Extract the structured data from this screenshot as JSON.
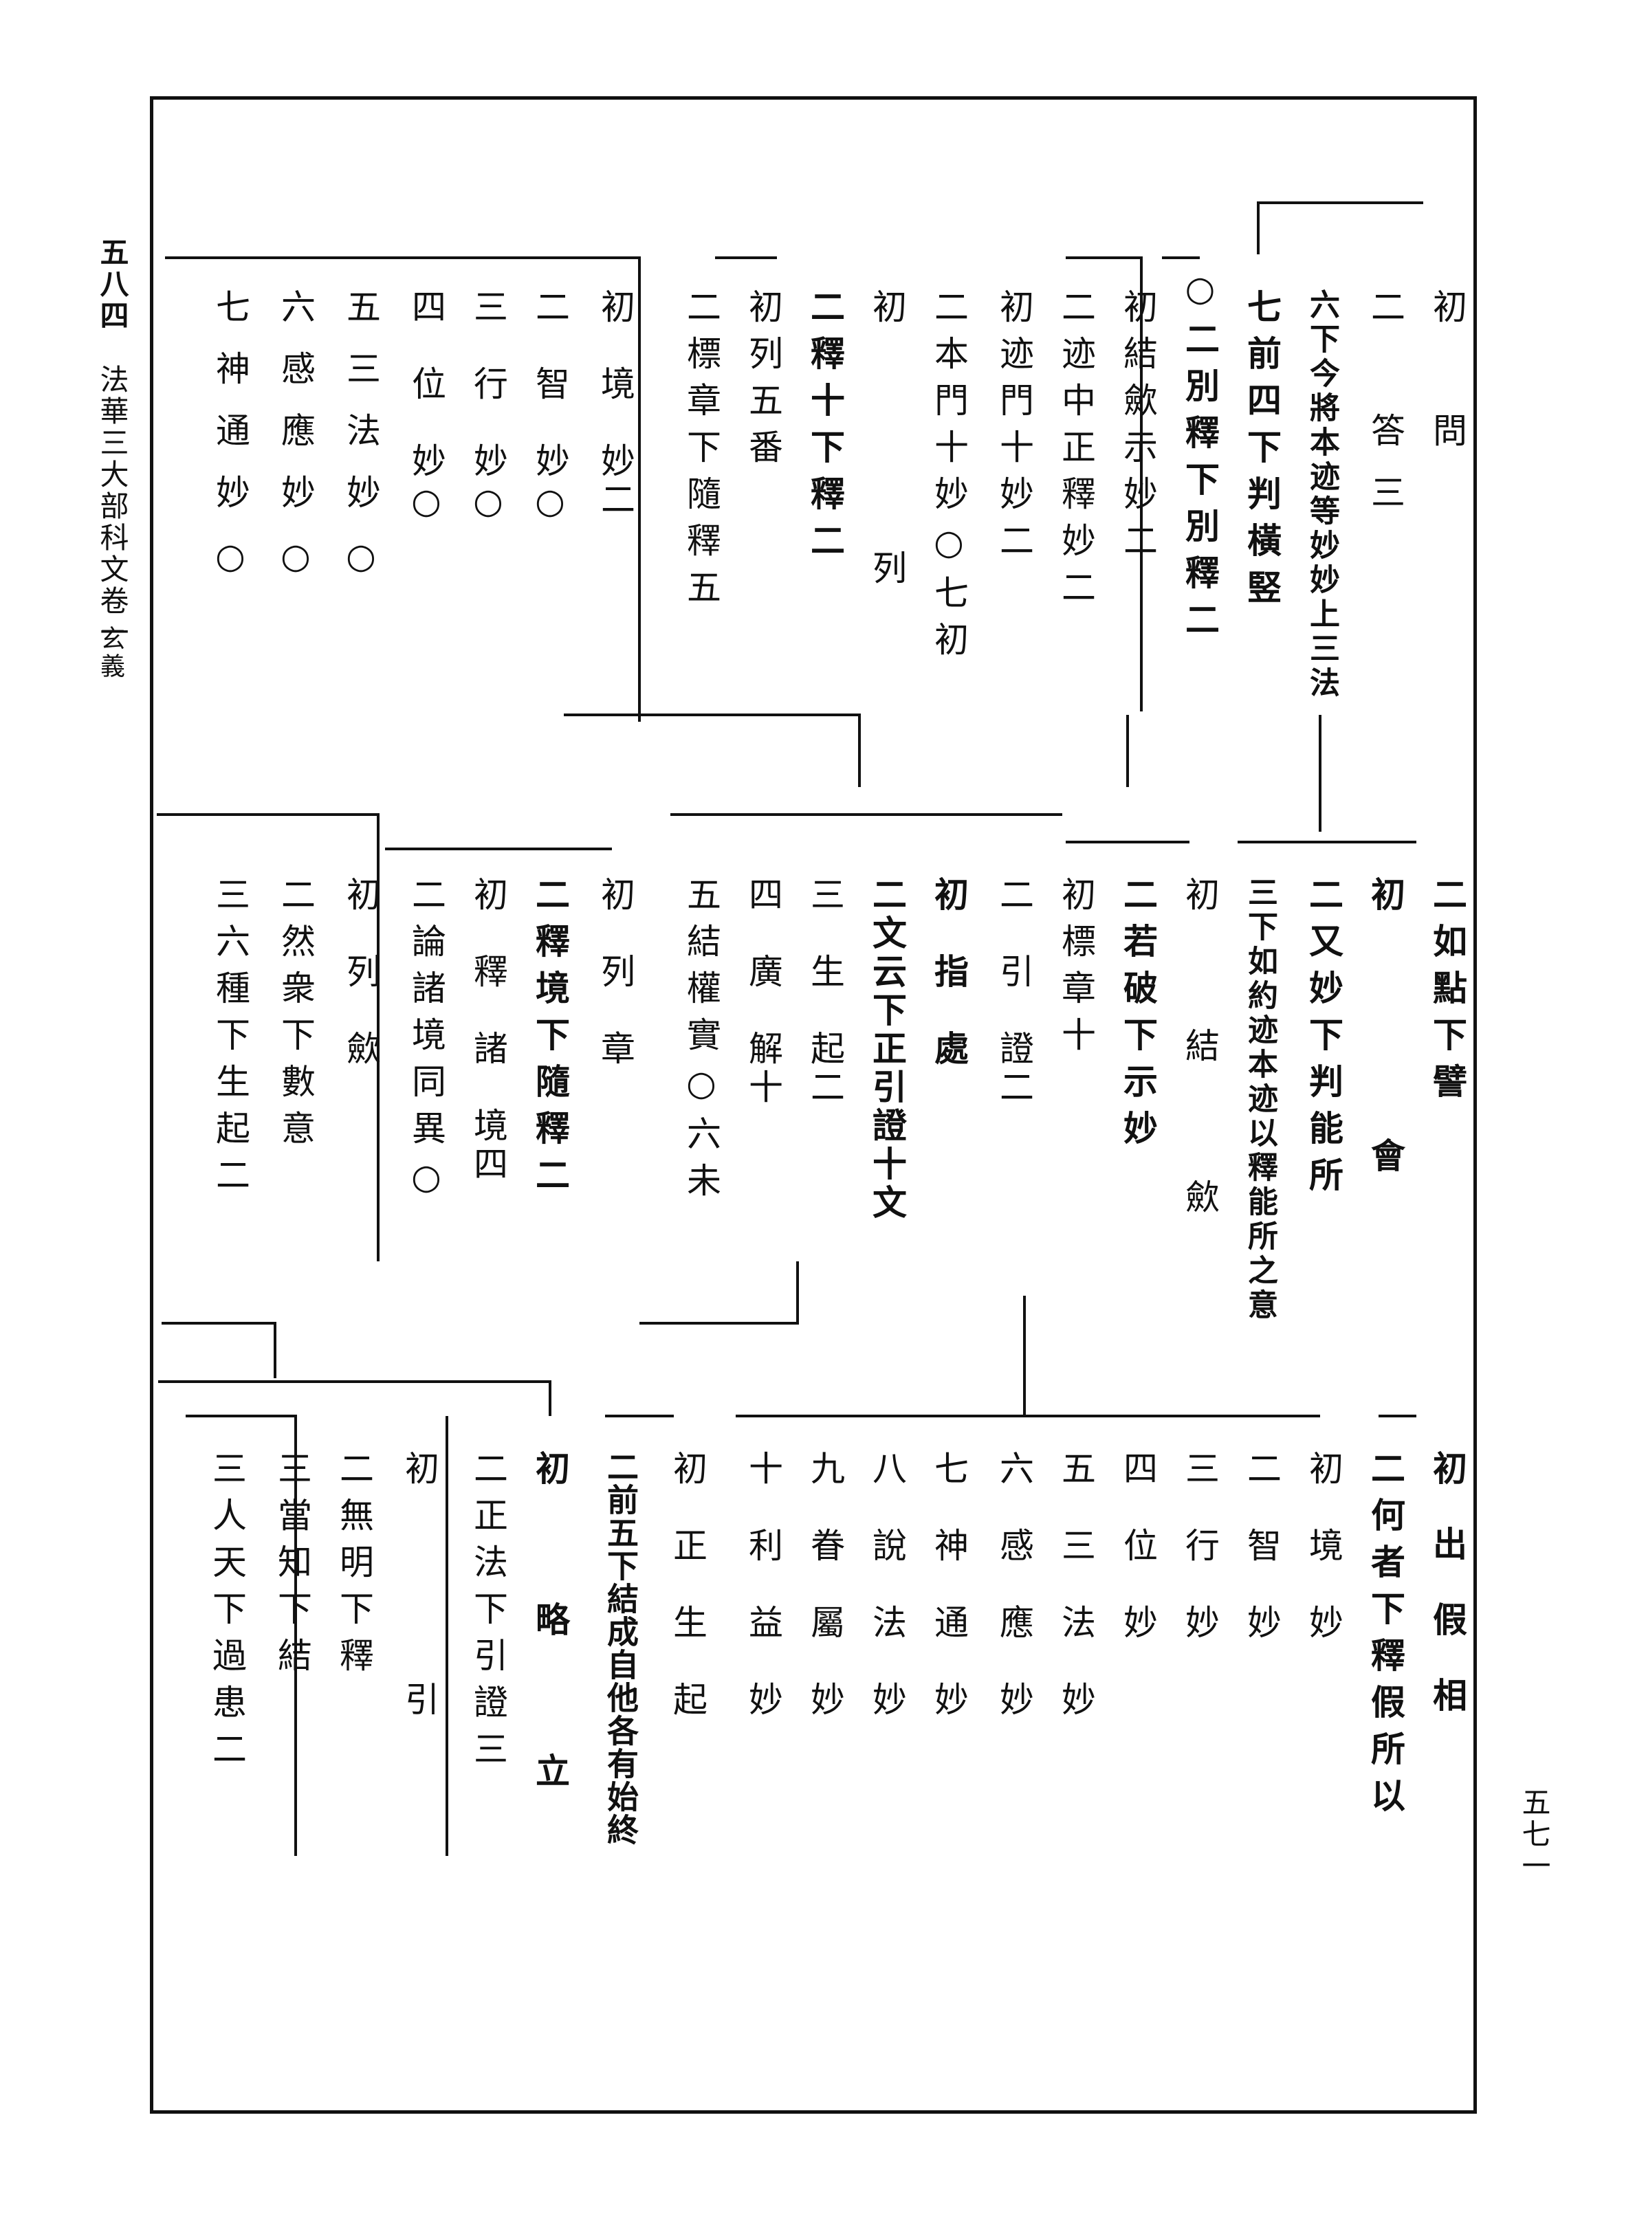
{
  "margin": {
    "vol_number": "五八四",
    "book_title": "法華三大部科文卷一",
    "section": "玄義",
    "page_number": "五七一"
  },
  "row1": [
    "初　問",
    "二　答三",
    "六下今將本迹等妙妙上三法",
    "七前四下判橫竪",
    "○二別釋下別釋二",
    "初結歛示妙二",
    "二迹中正釋妙二",
    "初迹門十妙二",
    "二本門十妙○七初",
    "初　列",
    "二釋十下釋二",
    "初列五番",
    "二標章下隨釋五",
    "初　境　妙二",
    "二　智　妙○",
    "三　行　妙○",
    "四　位　妙○",
    "五三法妙○",
    "六感應妙○",
    "七神通妙○"
  ],
  "row2": [
    "二如點下譬",
    "初　會",
    "二又妙下判能所",
    "三下如約迹本迹以釋能所之意",
    "初　結　歛",
    "二若破下示妙",
    "初標章十",
    "二　引　證二",
    "初　指　處",
    "二文云下正引證十文",
    "三　生　起二",
    "四　廣　解十",
    "五結權實○六未",
    "初　列　章",
    "二釋境下隨釋二",
    "初　釋　諸　境四",
    "二論諸境同異○",
    "初　列　歛",
    "二然衆下數意",
    "三六種下生起二"
  ],
  "row3": [
    "初出假相",
    "二何者下釋假所以",
    "初　境　妙",
    "二　智　妙",
    "三　行　妙",
    "四　位　妙",
    "五　三　法　妙",
    "六　感　應　妙",
    "七　神　通　妙",
    "八　說　法　妙",
    "九　眷　屬　妙",
    "十　利　益　妙",
    "初　正　生　起",
    "二前五下結成自他各有始終",
    "初　略　立",
    "二正法下引證三",
    "初　　　　　引",
    "二無明下釋",
    "三當知下結",
    "三人天下過患二"
  ]
}
